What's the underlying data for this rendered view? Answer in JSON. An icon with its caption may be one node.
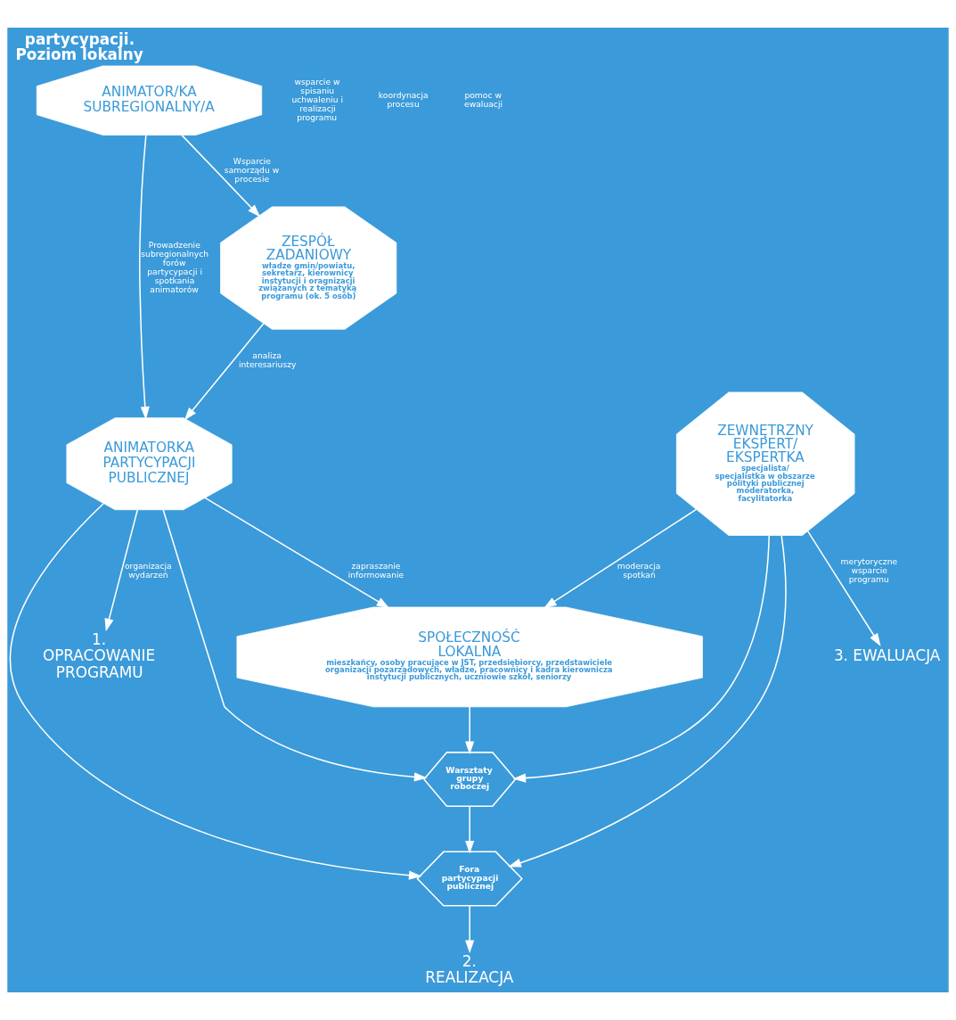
{
  "diagram": {
    "title": "partycypacji. Poziom lokalny",
    "nodes": [
      {
        "text": [
          "SPOŁECZNOŚĆ LOKALNA",
          "mieszkańcy, osoby pracujące w JST, przedsiębiorcy, przedstawiciele organizacji pozarządowych, władze, pracownicy i kadra kierownicza instytucji publicznych, uczniowie szkół, seniorzy"
        ]
      },
      {
        "text": [
          "ANIMATOR/KA SUBREGIONALNY/A"
        ]
      },
      {
        "text": [
          "ANIMATORKA PARTYCYPACJI PUBLICZNEJ"
        ]
      },
      {
        "text": [
          "Warsztaty grupy roboczej"
        ]
      },
      {
        "text": [
          "ZEWNĘTRZNY EKSPERT/ EKSPERTKA",
          "specjalista/ specjalistka w obszarze polityki publicznej moderatorka, facylitatorka"
        ]
      },
      {
        "text": [
          "Fora partycypacji publicznej"
        ]
      },
      {
        "text": [
          "ZESPÓŁ ZADANIOWY",
          "władze gmin/powiatu, sekretarz, kierownicy instytucji i oragnizacji związanych z tematyką programu (ok. 5 osób)"
        ]
      },
      {
        "text": [
          "1. OPRACOWANIE PROGRAMU"
        ]
      },
      {
        "text": [
          "2. REALIZACJA"
        ]
      },
      {
        "text": [
          "3. EWALUACJA"
        ]
      }
    ],
    "edges": [
      {
        "from": 1,
        "to": 6,
        "arrow": "to",
        "label": "Wsparcie samorządu w procesie"
      },
      {
        "from": 1,
        "to": 2,
        "arrow": "to",
        "label": "Prowadzenie subregionalnych forów partycypacji i spotkania animatorów"
      },
      {
        "from": 6,
        "to": 2,
        "arrow": "to",
        "label": "analiza interesariuszy"
      },
      {
        "from": 2,
        "to": 0,
        "arrow": "to",
        "label": "zapraszanie informowanie"
      },
      {
        "from": 0,
        "to": 3,
        "arrow": "to"
      },
      {
        "from": 4,
        "to": 0,
        "arrow": "to",
        "label": "moderacja spotkań"
      },
      {
        "from": 2,
        "to": 3,
        "arrow": "to"
      },
      {
        "from": 4,
        "to": 3,
        "arrow": "to"
      },
      {
        "from": 3,
        "to": 5,
        "arrow": "to"
      },
      {
        "from": 2,
        "to": 5,
        "arrow": "to"
      },
      {
        "from": 4,
        "to": 5,
        "arrow": "to"
      },
      {
        "from": 2,
        "to": 7,
        "arrow": "to",
        "label": "organizacja wydarzeń"
      },
      {
        "from": 5,
        "to": 8,
        "arrow": "to"
      },
      {
        "from": 4,
        "to": 9,
        "arrow": "to",
        "label": "merytoryczne wsparcie programu"
      }
    ],
    "labels": [
      "wsparcie w spisaniu uchwaleniu i realizacji programu",
      "koordynacja procesu",
      "pomoc w ewaluacji"
    ]
  }
}
